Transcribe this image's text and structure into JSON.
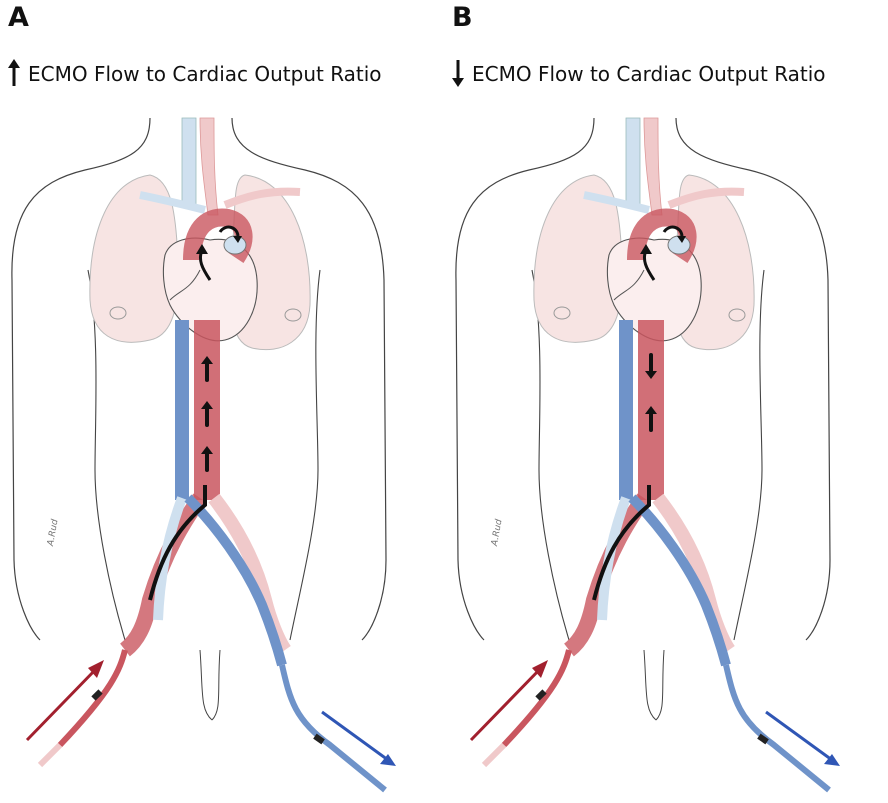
{
  "panels": [
    {
      "id": "A",
      "letter": "A",
      "direction": "up",
      "title": "ECMO Flow to Cardiac Output Ratio",
      "signature": "A.Rud",
      "aortic_arrows": [
        "up",
        "up",
        "up"
      ]
    },
    {
      "id": "B",
      "letter": "B",
      "direction": "down",
      "title": "ECMO Flow to Cardiac Output Ratio",
      "signature": "A.Rud",
      "aortic_arrows": [
        "down",
        "up"
      ]
    }
  ],
  "colors": {
    "artery": "#c9565f",
    "artery_light": "#f0c9ca",
    "vein": "#6f93c9",
    "vein_light": "#cfe0ef",
    "lung": "#f7e4e3",
    "outline": "#444444",
    "inflow_arrow": "#a2202e",
    "outflow_arrow": "#2f56b5"
  },
  "icons": [
    "arrow-up-icon",
    "arrow-down-icon",
    "flow-arrow-icon"
  ]
}
